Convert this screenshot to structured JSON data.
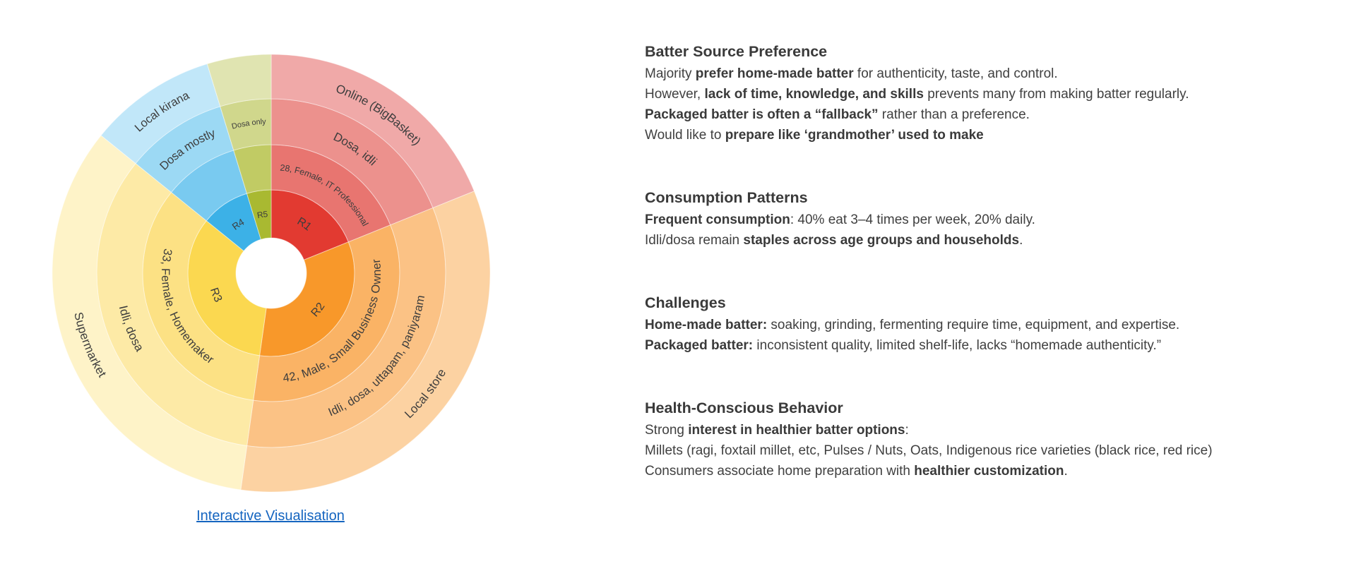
{
  "page": {
    "background": "#ffffff",
    "text_color": "#404040",
    "heading_color": "#3a3a3a"
  },
  "link": {
    "label": "Interactive Visualisation",
    "color": "#1565c0"
  },
  "sections": [
    {
      "heading": "Batter Source Preference",
      "lines": [
        [
          {
            "t": "Majority ",
            "b": false
          },
          {
            "t": "prefer home-made batter",
            "b": true
          },
          {
            "t": " for authenticity, taste, and control.",
            "b": false
          }
        ],
        [
          {
            "t": "However, ",
            "b": false
          },
          {
            "t": "lack of time, knowledge, and skills",
            "b": true
          },
          {
            "t": " prevents many from making batter regularly.",
            "b": false
          }
        ],
        [
          {
            "t": "Packaged batter is often a “fallback”",
            "b": true
          },
          {
            "t": " rather than a preference.",
            "b": false
          }
        ],
        [
          {
            "t": "Would like to ",
            "b": false
          },
          {
            "t": "prepare like ‘grandmother’ used to make",
            "b": true
          }
        ]
      ]
    },
    {
      "heading": "Consumption Patterns",
      "lines": [
        [
          {
            "t": "Frequent consumption",
            "b": true
          },
          {
            "t": ": 40% eat 3–4 times per week, 20% daily.",
            "b": false
          }
        ],
        [
          {
            "t": "Idli/dosa remain ",
            "b": false
          },
          {
            "t": "staples across age groups and households",
            "b": true
          },
          {
            "t": ".",
            "b": false
          }
        ]
      ]
    },
    {
      "heading": "Challenges",
      "lines": [
        [
          {
            "t": "Home-made batter:",
            "b": true
          },
          {
            "t": " soaking, grinding, fermenting require time, equipment, and expertise.",
            "b": false
          }
        ],
        [
          {
            "t": "Packaged batter:",
            "b": true
          },
          {
            "t": " inconsistent quality, limited shelf-life, lacks “homemade authenticity.”",
            "b": false
          }
        ]
      ]
    },
    {
      "heading": "Health-Conscious Behavior",
      "lines": [
        [
          {
            "t": "Strong ",
            "b": false
          },
          {
            "t": "interest in healthier batter options",
            "b": true
          },
          {
            "t": ":",
            "b": false
          }
        ],
        [
          {
            "t": "Millets (ragi, foxtail millet, etc, Pulses / Nuts, Oats, Indigenous rice varieties (black rice, red rice)",
            "b": false
          }
        ],
        [
          {
            "t": "Consumers associate home preparation with ",
            "b": false
          },
          {
            "t": "healthier customization",
            "b": true
          },
          {
            "t": ".",
            "b": false
          }
        ]
      ]
    }
  ],
  "chart_data": {
    "type": "sunburst",
    "title": "",
    "levels": [
      "respondent",
      "profile",
      "items_consumed",
      "purchase_source"
    ],
    "label_color": "#3d3d3d",
    "ring_stroke": "rgba(255,255,255,0.45)",
    "segments": [
      {
        "name": "R1",
        "start_deg": 0,
        "end_deg": 68,
        "share_pct": 19,
        "ring_colors": [
          "#e23a31",
          "#e87570",
          "#ec918d",
          "#f0a9a8"
        ],
        "ring_labels": [
          "R1",
          "28, Female, IT Professional",
          "Dosa, idli",
          "Online (BigBasket)"
        ],
        "label_sizes": [
          16,
          12.5,
          17,
          17
        ]
      },
      {
        "name": "R2",
        "start_deg": 68,
        "end_deg": 188,
        "share_pct": 33,
        "ring_colors": [
          "#f8982a",
          "#fab365",
          "#fbc285",
          "#fcd2a2"
        ],
        "ring_labels": [
          "R2",
          "42, Male, Small Business Owner",
          "Idli, dosa, uttapam, paniyaram",
          "Local store"
        ],
        "label_sizes": [
          16,
          16.5,
          16.5,
          17
        ]
      },
      {
        "name": "R3",
        "start_deg": 188,
        "end_deg": 309,
        "share_pct": 34,
        "ring_colors": [
          "#fbd850",
          "#fce184",
          "#fdeaa6",
          "#fef3c8"
        ],
        "ring_labels": [
          "R3",
          "33, Female, Homemaker",
          "Idli, dosa",
          "Supermarket"
        ],
        "label_sizes": [
          16,
          16.5,
          17,
          17
        ]
      },
      {
        "name": "R4",
        "start_deg": 309,
        "end_deg": 343,
        "share_pct": 9,
        "ring_colors": [
          "#3cb1e7",
          "#79caf0",
          "#9cd9f4",
          "#c1e7f9"
        ],
        "ring_labels": [
          "R4",
          "",
          "Dosa mostly",
          "Local kirana"
        ],
        "label_sizes": [
          13.5,
          0,
          16.5,
          16.5
        ]
      },
      {
        "name": "R5",
        "start_deg": 343,
        "end_deg": 360,
        "share_pct": 5,
        "ring_colors": [
          "#a9b931",
          "#c1cb64",
          "#d0d78c",
          "#e0e4b1"
        ],
        "ring_labels": [
          "R5",
          "",
          "Dosa only",
          ""
        ],
        "label_sizes": [
          12,
          0,
          11,
          0
        ]
      }
    ]
  }
}
